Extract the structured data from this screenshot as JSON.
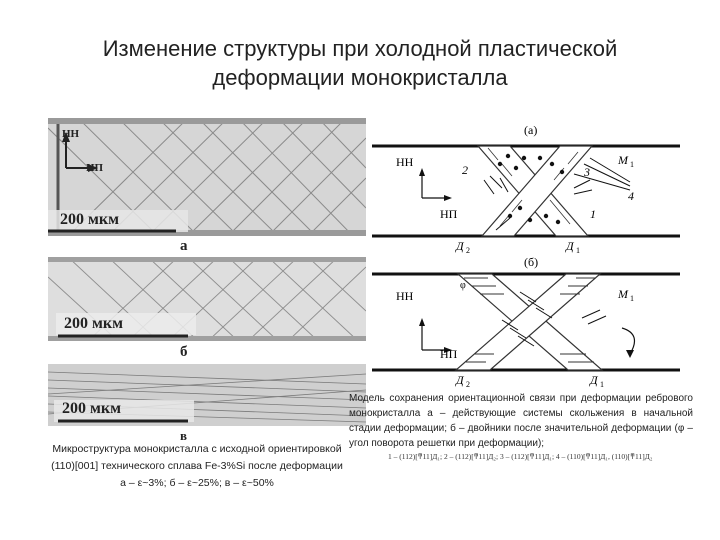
{
  "title": "Изменение структуры при холодной пластической деформации монокристалла",
  "micrographs": [
    {
      "letter": "а",
      "scale": "200 мкм",
      "axis_nn": "НН",
      "axis_np": "НП"
    },
    {
      "letter": "б",
      "scale": "200 мкм"
    },
    {
      "letter": "в",
      "scale": "200 мкм"
    }
  ],
  "caption_left": [
    "Микроструктура монокристалла с исходной ориентировкой",
    "(110)[001] технического сплава Fe-3%Si после деформации",
    "а – ε~3%; б – ε~25%; в – ε~50%"
  ],
  "caption_right": "Модель сохранения ориентационной связи при деформации ребрового монокристалла а – действующие системы скольжения в начальной стадии деформации; б – двойники после значительной деформации (φ – угол поворота решетки при деформации);",
  "diagram": {
    "a": {
      "label": "(а)",
      "nn": "НН",
      "np": "НП",
      "m1": "М",
      "m1_sub": "1",
      "d2": "Д",
      "d2_sub": "2",
      "d1": "Д",
      "d1_sub": "1",
      "n1": "1",
      "n2": "2",
      "n3": "3",
      "n4": "4"
    },
    "b": {
      "label": "(б)",
      "nn": "НН",
      "np": "НП",
      "m1": "М",
      "m1_sub": "1",
      "d2": "Д",
      "d2_sub": "2",
      "d1": "Д",
      "d1_sub": "1",
      "phi": "φ"
    }
  },
  "legend": "1 – (112)[ͳ11]Д₁; 2 – (112)[ͳ11]Д₂; 3 – (112)[ͳ11]Д₁; 4 – (110)[ͳ11]Д₁, (110)[ͳ11]Д₂"
}
